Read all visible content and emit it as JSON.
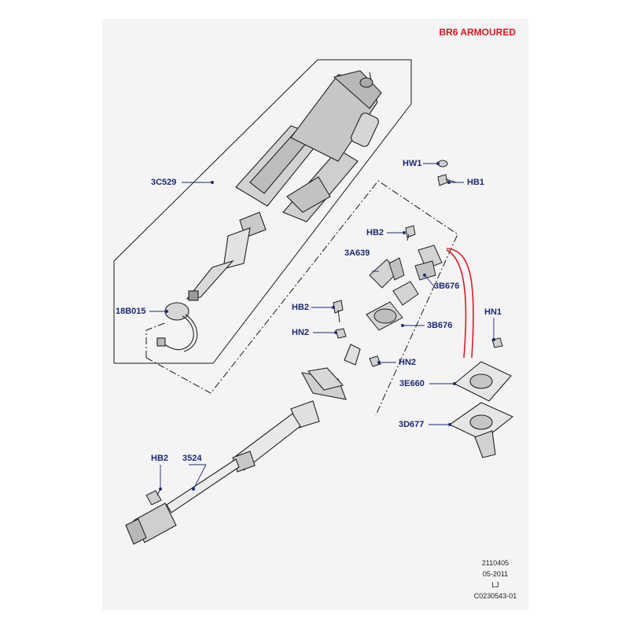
{
  "header": {
    "variant": "BR6 ARMOURED",
    "variant_color": "#e0141e"
  },
  "callouts": [
    {
      "id": "c-3c529",
      "text": "3C529"
    },
    {
      "id": "c-18b015",
      "text": "18B015"
    },
    {
      "id": "c-hw1",
      "text": "HW1"
    },
    {
      "id": "c-hb1",
      "text": "HB1"
    },
    {
      "id": "c-hb2-top",
      "text": "HB2"
    },
    {
      "id": "c-3a639",
      "text": "3A639"
    },
    {
      "id": "c-3b676-a",
      "text": "3B676"
    },
    {
      "id": "c-hn1",
      "text": "HN1"
    },
    {
      "id": "c-hb2-mid",
      "text": "HB2"
    },
    {
      "id": "c-3b676-b",
      "text": "3B676"
    },
    {
      "id": "c-hn2-a",
      "text": "HN2"
    },
    {
      "id": "c-hn2-b",
      "text": "HN2"
    },
    {
      "id": "c-3e660",
      "text": "3E660"
    },
    {
      "id": "c-3d677",
      "text": "3D677"
    },
    {
      "id": "c-hb2-low",
      "text": "HB2"
    },
    {
      "id": "c-3524",
      "text": "3524"
    }
  ],
  "footer": {
    "ref_code": "2110405",
    "date": "05-2011",
    "initials": "LJ",
    "image_code": "C0230543-01"
  },
  "colors": {
    "callout": "#1c2a72",
    "leader": "#1c2a72",
    "outline": "#1a1a1a",
    "harness": "#d81e2a"
  }
}
